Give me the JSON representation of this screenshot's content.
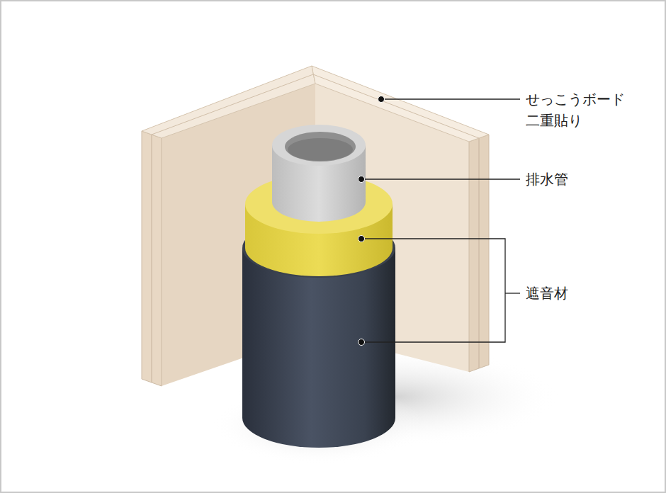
{
  "diagram": {
    "labels": [
      "せっこうボード 二重貼り",
      "排水管",
      "遮音材"
    ]
  }
}
